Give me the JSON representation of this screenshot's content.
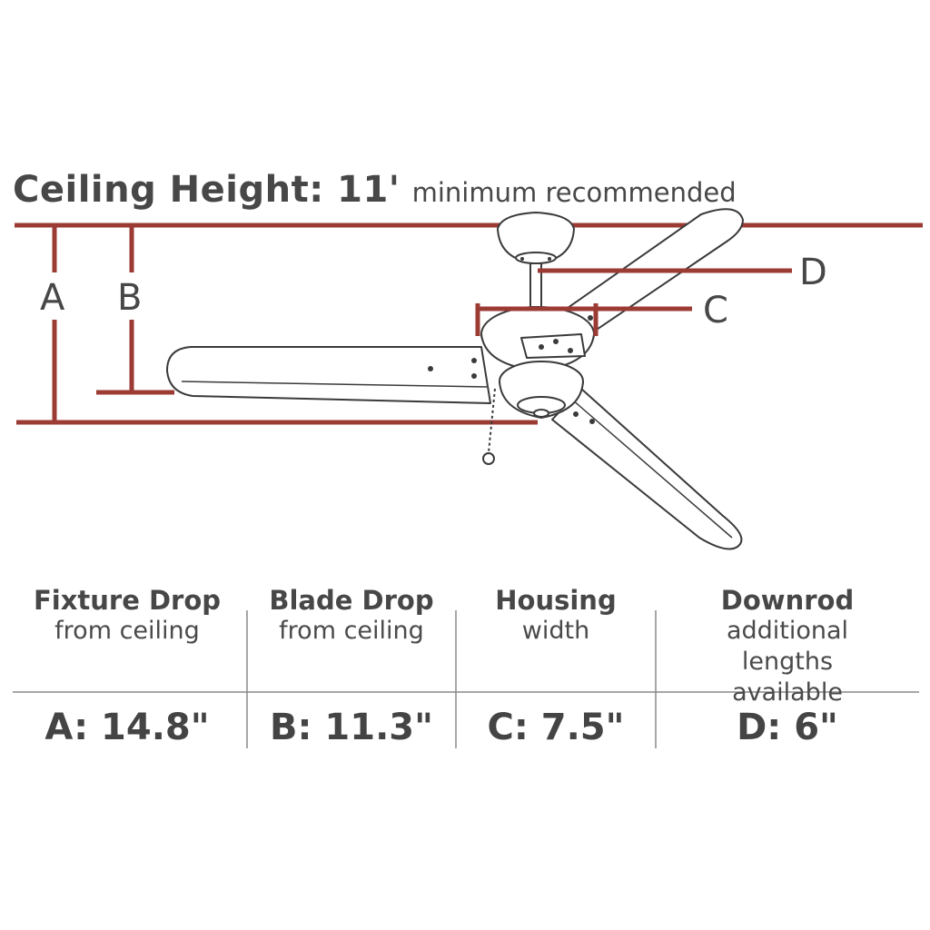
{
  "title": {
    "main": "Ceiling Height: 11'",
    "note": "minimum recommended"
  },
  "dimension_labels": {
    "a": "A",
    "b": "B",
    "c": "C",
    "d": "D"
  },
  "colors": {
    "dimension_line": "#9b3b34",
    "drawing_line": "#3a3a3a",
    "text": "#474747",
    "table_rule": "#8a8a8a"
  },
  "table": {
    "columns": [
      {
        "heading": "Fixture Drop",
        "sub": "from ceiling",
        "value": "A: 14.8\""
      },
      {
        "heading": "Blade Drop",
        "sub": "from ceiling",
        "value": "B: 11.3\""
      },
      {
        "heading": "Housing",
        "sub": "width",
        "value": "C: 7.5\""
      },
      {
        "heading": "Downrod",
        "sub": "additional lengths available",
        "value": "D: 6\""
      }
    ]
  }
}
